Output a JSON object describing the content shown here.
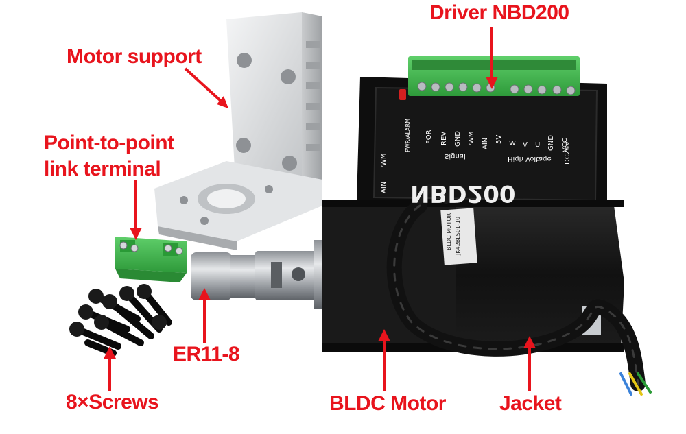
{
  "labels": {
    "driver": "Driver NBD200",
    "motor_support": "Motor support",
    "terminal_line1": "Point-to-point",
    "terminal_line2": "link terminal",
    "collet": "ER11-8",
    "screws": "8×Screws",
    "motor": "BLDC Motor",
    "jacket": "Jacket"
  },
  "driver_panel": {
    "model": "NBD200",
    "voltage": "DC24V",
    "pwr_alarm": "PWR/ALARM",
    "signal_pins": [
      "FOR",
      "REV",
      "GND",
      "PWM",
      "AIN",
      "5V"
    ],
    "signal_title": "Signal",
    "high_voltage_pins": [
      "W",
      "V",
      "U",
      "GND",
      "VCC"
    ],
    "high_voltage_title": "High Voltage",
    "side_pwm": "PWM",
    "side_ain": "AIN"
  },
  "motor_sticker": {
    "line1": "BLDC MOTOR",
    "line2": "JK42BLS01-10"
  },
  "colors": {
    "label_red": "#e8141d",
    "terminal_green": "#3cb84a",
    "driver_black": "#111111",
    "aluminum": "#d9dbdd"
  }
}
